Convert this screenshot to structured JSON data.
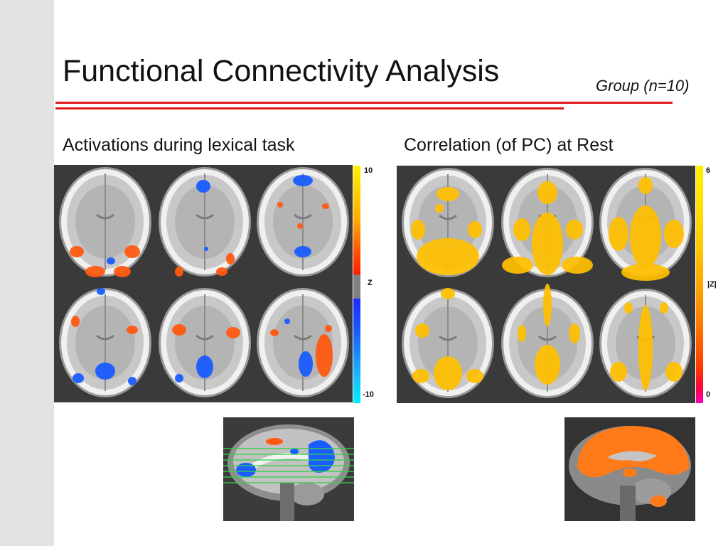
{
  "slide": {
    "title": "Functional Connectivity Analysis",
    "group_label": "Group (n=10)"
  },
  "left_panel": {
    "heading": "Activations during lexical task",
    "colorbar": {
      "max_label": "10",
      "mid_label": "Z",
      "min_label": "-10"
    }
  },
  "right_panel": {
    "heading": "Correlation (of PC) at Rest",
    "colorbar": {
      "max_label": "6",
      "mid_label": "|Z|",
      "min_label": "0"
    }
  },
  "colors": {
    "accent_rule": "#e0161c",
    "activation_positive": "#ff5a10",
    "activation_negative": "#1a5cff",
    "correlation": "#ffc000",
    "sagittal_correlation": "#ff7a18",
    "slice_lines": "#36d14a"
  }
}
